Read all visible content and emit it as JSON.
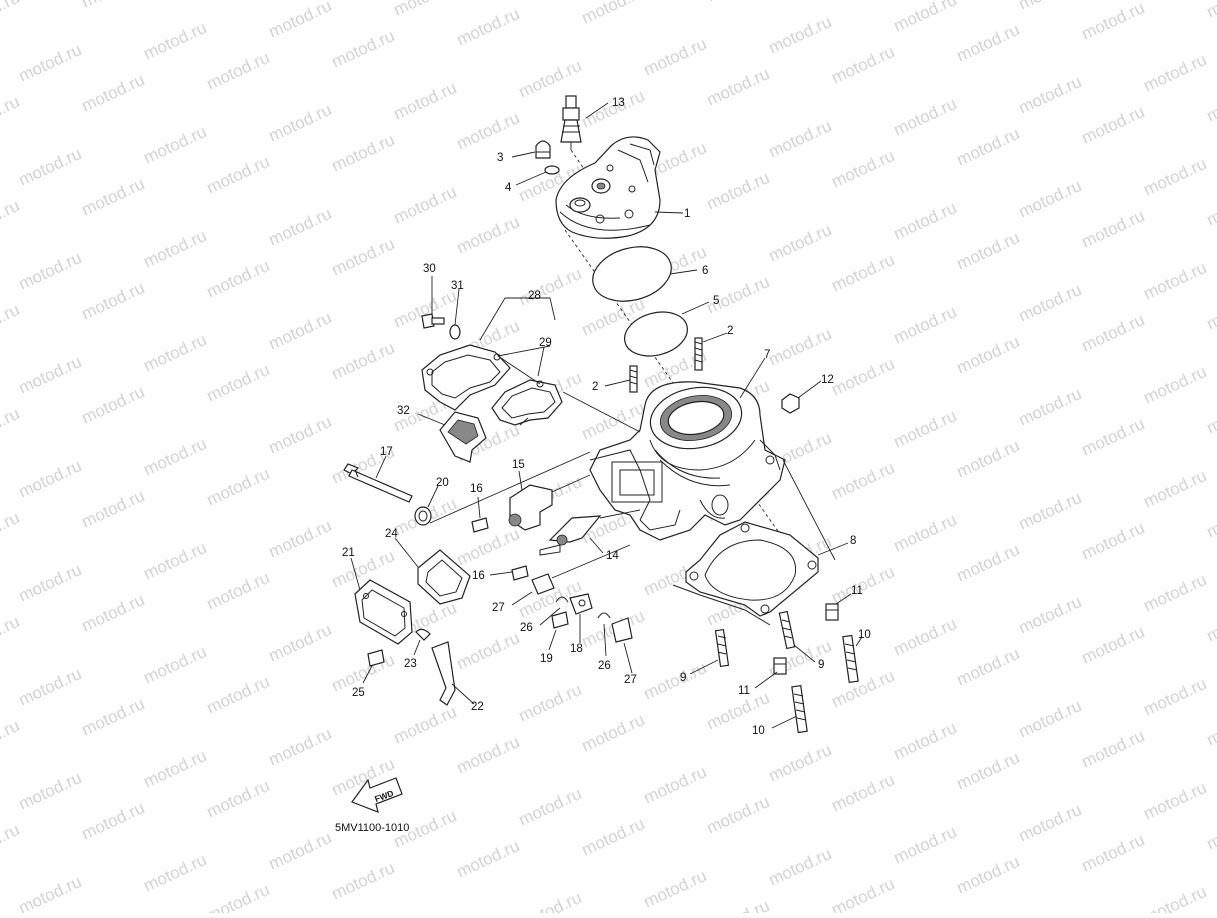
{
  "diagram": {
    "code": "5MV1100-1010",
    "fwd_label": "FWD",
    "watermark": "motod.ru",
    "callouts": [
      {
        "id": "c1",
        "text": "1"
      },
      {
        "id": "c2a",
        "text": "2"
      },
      {
        "id": "c2b",
        "text": "2"
      },
      {
        "id": "c3",
        "text": "3"
      },
      {
        "id": "c4",
        "text": "4"
      },
      {
        "id": "c5",
        "text": "5"
      },
      {
        "id": "c6",
        "text": "6"
      },
      {
        "id": "c7",
        "text": "7"
      },
      {
        "id": "c8",
        "text": "8"
      },
      {
        "id": "c9a",
        "text": "9"
      },
      {
        "id": "c9b",
        "text": "9"
      },
      {
        "id": "c10a",
        "text": "10"
      },
      {
        "id": "c10b",
        "text": "10"
      },
      {
        "id": "c11a",
        "text": "11"
      },
      {
        "id": "c11b",
        "text": "11"
      },
      {
        "id": "c12",
        "text": "12"
      },
      {
        "id": "c13",
        "text": "13"
      },
      {
        "id": "c14",
        "text": "14"
      },
      {
        "id": "c15",
        "text": "15"
      },
      {
        "id": "c16a",
        "text": "16"
      },
      {
        "id": "c16b",
        "text": "16"
      },
      {
        "id": "c17",
        "text": "17"
      },
      {
        "id": "c18",
        "text": "18"
      },
      {
        "id": "c19",
        "text": "19"
      },
      {
        "id": "c20",
        "text": "20"
      },
      {
        "id": "c21",
        "text": "21"
      },
      {
        "id": "c22",
        "text": "22"
      },
      {
        "id": "c23",
        "text": "23"
      },
      {
        "id": "c24",
        "text": "24"
      },
      {
        "id": "c25",
        "text": "25"
      },
      {
        "id": "c26a",
        "text": "26"
      },
      {
        "id": "c26b",
        "text": "26"
      },
      {
        "id": "c27a",
        "text": "27"
      },
      {
        "id": "c27b",
        "text": "27"
      },
      {
        "id": "c28",
        "text": "28"
      },
      {
        "id": "c29",
        "text": "29"
      },
      {
        "id": "c30",
        "text": "30"
      },
      {
        "id": "c31",
        "text": "31"
      },
      {
        "id": "c32",
        "text": "32"
      }
    ]
  }
}
